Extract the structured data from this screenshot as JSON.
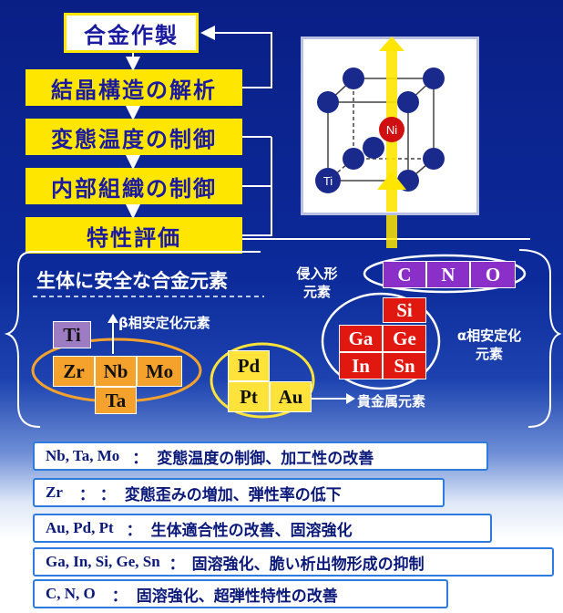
{
  "flow": {
    "steps": [
      "合金作製",
      "結晶構造の解析",
      "変態温度の制御",
      "内部組織の制御",
      "特性評価"
    ]
  },
  "crystal": {
    "ni_label": "Ni",
    "ti_label": "Ti"
  },
  "safe_title": "生体に安全な合金元素",
  "beta": {
    "label": "β相安定化元素",
    "cells": [
      "Ti",
      "Zr",
      "Nb",
      "Mo",
      "Ta"
    ]
  },
  "noble": {
    "label": "貴金属元素",
    "cells": [
      "Pd",
      "Pt",
      "Au"
    ]
  },
  "interstitial": {
    "label_line1": "侵入形",
    "label_line2": "元素",
    "cells": [
      "C",
      "N",
      "O"
    ]
  },
  "alpha": {
    "label_line1": "α相安定化",
    "label_line2": "元素",
    "cells": [
      "Si",
      "Ga",
      "Ge",
      "In",
      "Sn"
    ]
  },
  "summary": [
    {
      "elements": "Nb, Ta, Mo",
      "sep": "：",
      "text": "変態温度の制御、加工性の改善"
    },
    {
      "elements": "Zr",
      "sep": "：  ：",
      "text": "変態歪みの増加、弾性率の低下"
    },
    {
      "elements": "Au, Pd, Pt",
      "sep": "：",
      "text": "生体適合性の改善、固溶強化"
    },
    {
      "elements": "Ga, In, Si, Ge, Sn",
      "sep": "：",
      "text": "固溶強化、脆い析出物形成の抑制"
    },
    {
      "elements": "C, N, O",
      "sep": "：",
      "text": "固溶強化、超弾性特性の改善"
    }
  ],
  "colors": {
    "step_yellow": "#ffe600",
    "beta_orange": "#f4a22c",
    "ti_purple": "#9e7cc4",
    "noble_yellow": "#ffe23a",
    "interstitial_purple": "#8a2fc8",
    "alpha_red": "#e0180f",
    "atom_blue": "#1a2a8c",
    "atom_red": "#d01010"
  }
}
